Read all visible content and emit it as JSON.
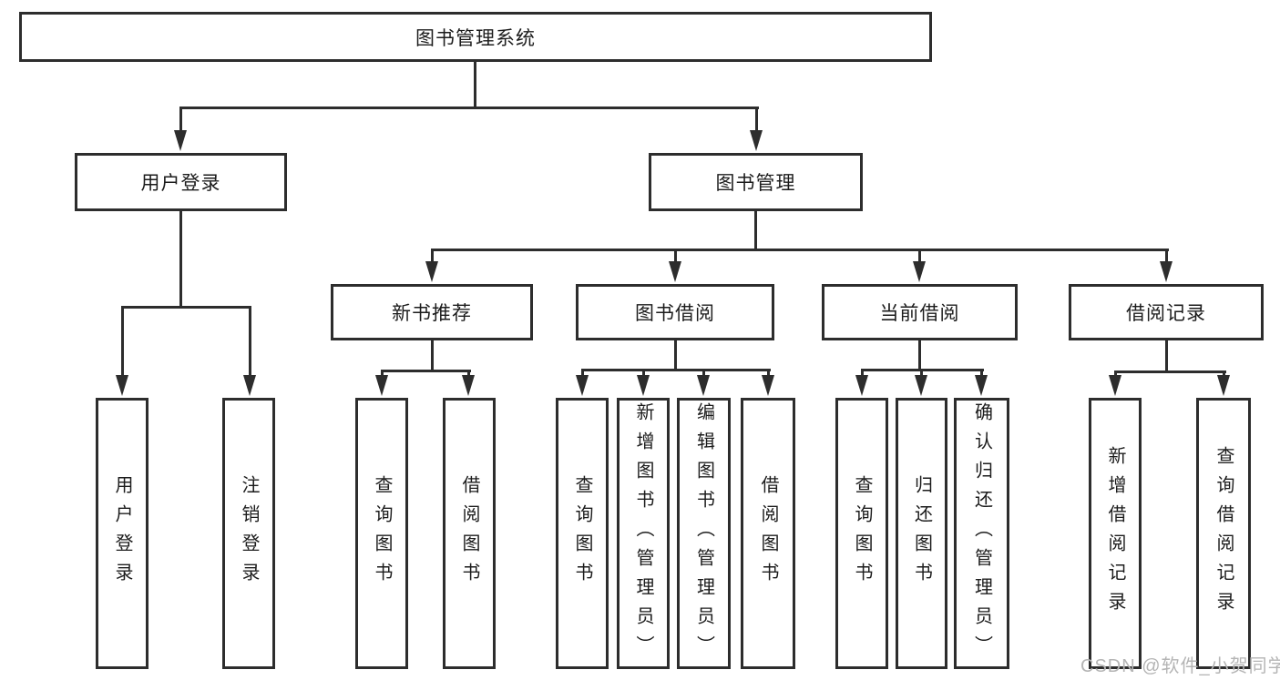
{
  "tree": {
    "root": "图书管理系统",
    "branches": [
      {
        "label": "用户登录",
        "children": [
          "用户登录",
          "注销登录"
        ]
      },
      {
        "label": "图书管理",
        "groups": [
          {
            "label": "新书推荐",
            "children": [
              "查询图书",
              "借阅图书"
            ]
          },
          {
            "label": "图书借阅",
            "children": [
              "查询图书",
              "新增图书（管理员）",
              "编辑图书（管理员）",
              "借阅图书"
            ]
          },
          {
            "label": "当前借阅",
            "children": [
              "查询图书",
              "归还图书",
              "确认归还（管理员）"
            ]
          },
          {
            "label": "借阅记录",
            "children": [
              "新增借阅记录",
              "查询借阅记录"
            ]
          }
        ]
      }
    ]
  },
  "watermark": {
    "text": "CSDN @软件_小贺同学"
  },
  "colors": {
    "line": "#2d2d2d",
    "text": "#1c1c1c",
    "background": "#ffffff",
    "watermark": "#b5b5b5"
  }
}
